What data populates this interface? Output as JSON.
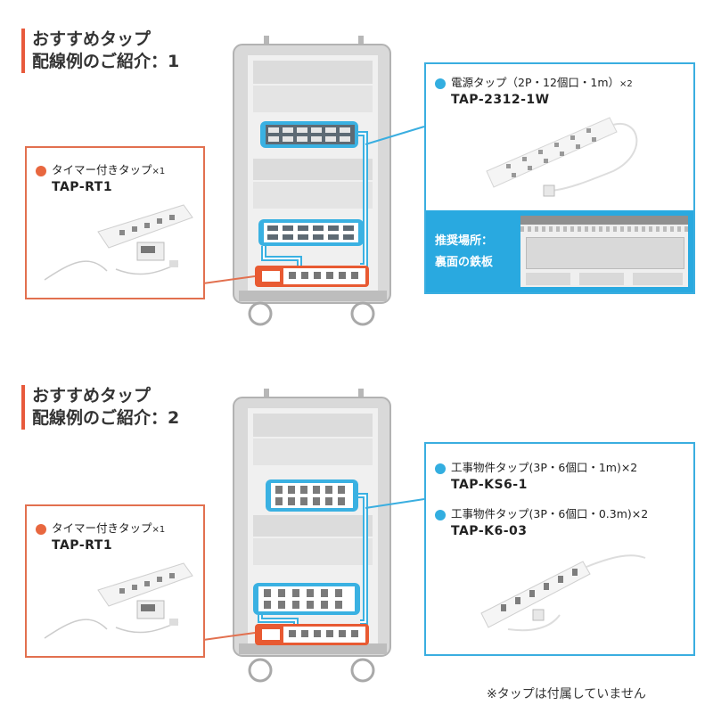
{
  "colors": {
    "accent": "#e8673f",
    "blue": "#33aee0",
    "rack": "#c9c9c9"
  },
  "section1": {
    "title_line1": "おすすめタップ",
    "title_line2": "配線例のご紹介：1",
    "timer": {
      "label": "タイマー付きタップ",
      "qty": "×1",
      "model": "TAP-RT1"
    },
    "power": {
      "label": "電源タップ（2P・12個口・1m）",
      "qty": "×2",
      "model": "TAP-2312-1W"
    },
    "recommend": {
      "line1": "推奨場所：",
      "line2": "裏面の鉄板"
    }
  },
  "section2": {
    "title_line1": "おすすめタップ",
    "title_line2": "配線例のご紹介：2",
    "timer": {
      "label": "タイマー付きタップ",
      "qty": "×1",
      "model": "TAP-RT1"
    },
    "tap_a": {
      "label": "工事物件タップ(3P・6個口・1m)",
      "qty": "×2",
      "model": "TAP-KS6-1"
    },
    "tap_b": {
      "label": "工事物件タップ(3P・6個口・0.3m)",
      "qty": "×2",
      "model": "TAP-K6-03"
    }
  },
  "footnote": "※タップは付属していません",
  "icons": [
    "power-strip-icon",
    "timer-tap-icon",
    "wall-plug-icon",
    "rack-cart-icon"
  ]
}
